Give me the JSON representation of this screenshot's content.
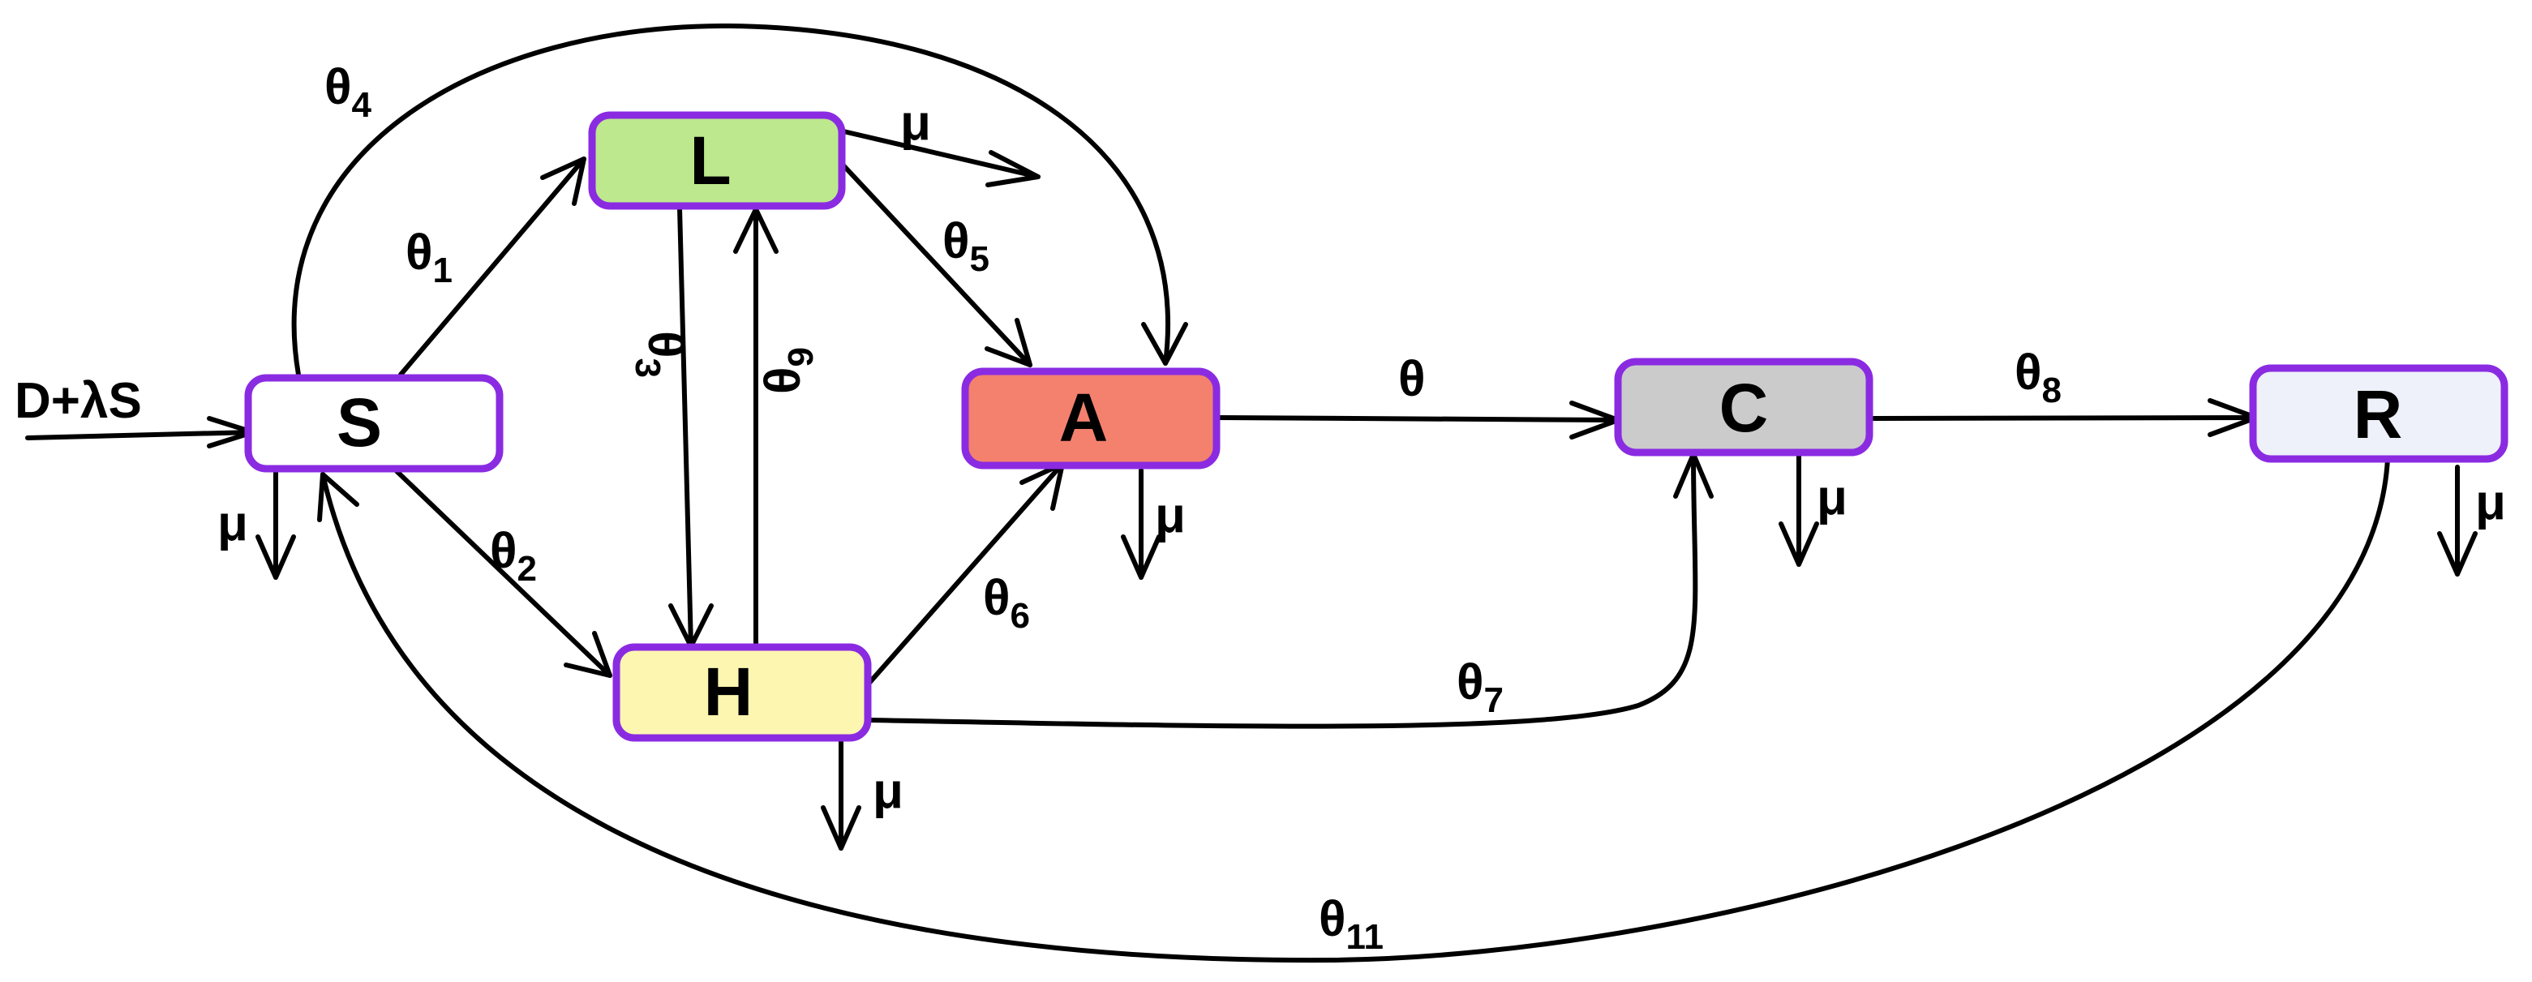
{
  "colors": {
    "border": "#8a2be2",
    "line": "#000000",
    "text": "#000000"
  },
  "nodes": {
    "S": {
      "label": "S",
      "fill": "#ffffff"
    },
    "L": {
      "label": "L",
      "fill": "#bde88d"
    },
    "H": {
      "label": "H",
      "fill": "#fdf6b1"
    },
    "A": {
      "label": "A",
      "fill": "#f4806e"
    },
    "C": {
      "label": "C",
      "fill": "#cbcbcb"
    },
    "R": {
      "label": "R",
      "fill": "#eef0fa"
    }
  },
  "inflow": {
    "label": "D+λS"
  },
  "transitions": {
    "theta1": {
      "base": "θ",
      "sub": "1"
    },
    "theta2": {
      "base": "θ",
      "sub": "2"
    },
    "theta3": {
      "base": "θ",
      "sub": "3"
    },
    "theta4": {
      "base": "θ",
      "sub": "4"
    },
    "theta5": {
      "base": "θ",
      "sub": "5"
    },
    "theta6": {
      "base": "θ",
      "sub": "6"
    },
    "theta7": {
      "base": "θ",
      "sub": "7"
    },
    "theta8": {
      "base": "θ",
      "sub": "8"
    },
    "theta9": {
      "base": "θ",
      "sub": "9"
    },
    "theta11": {
      "base": "θ",
      "sub": "11"
    },
    "theta": {
      "base": "θ"
    }
  },
  "death_rate": "μ"
}
